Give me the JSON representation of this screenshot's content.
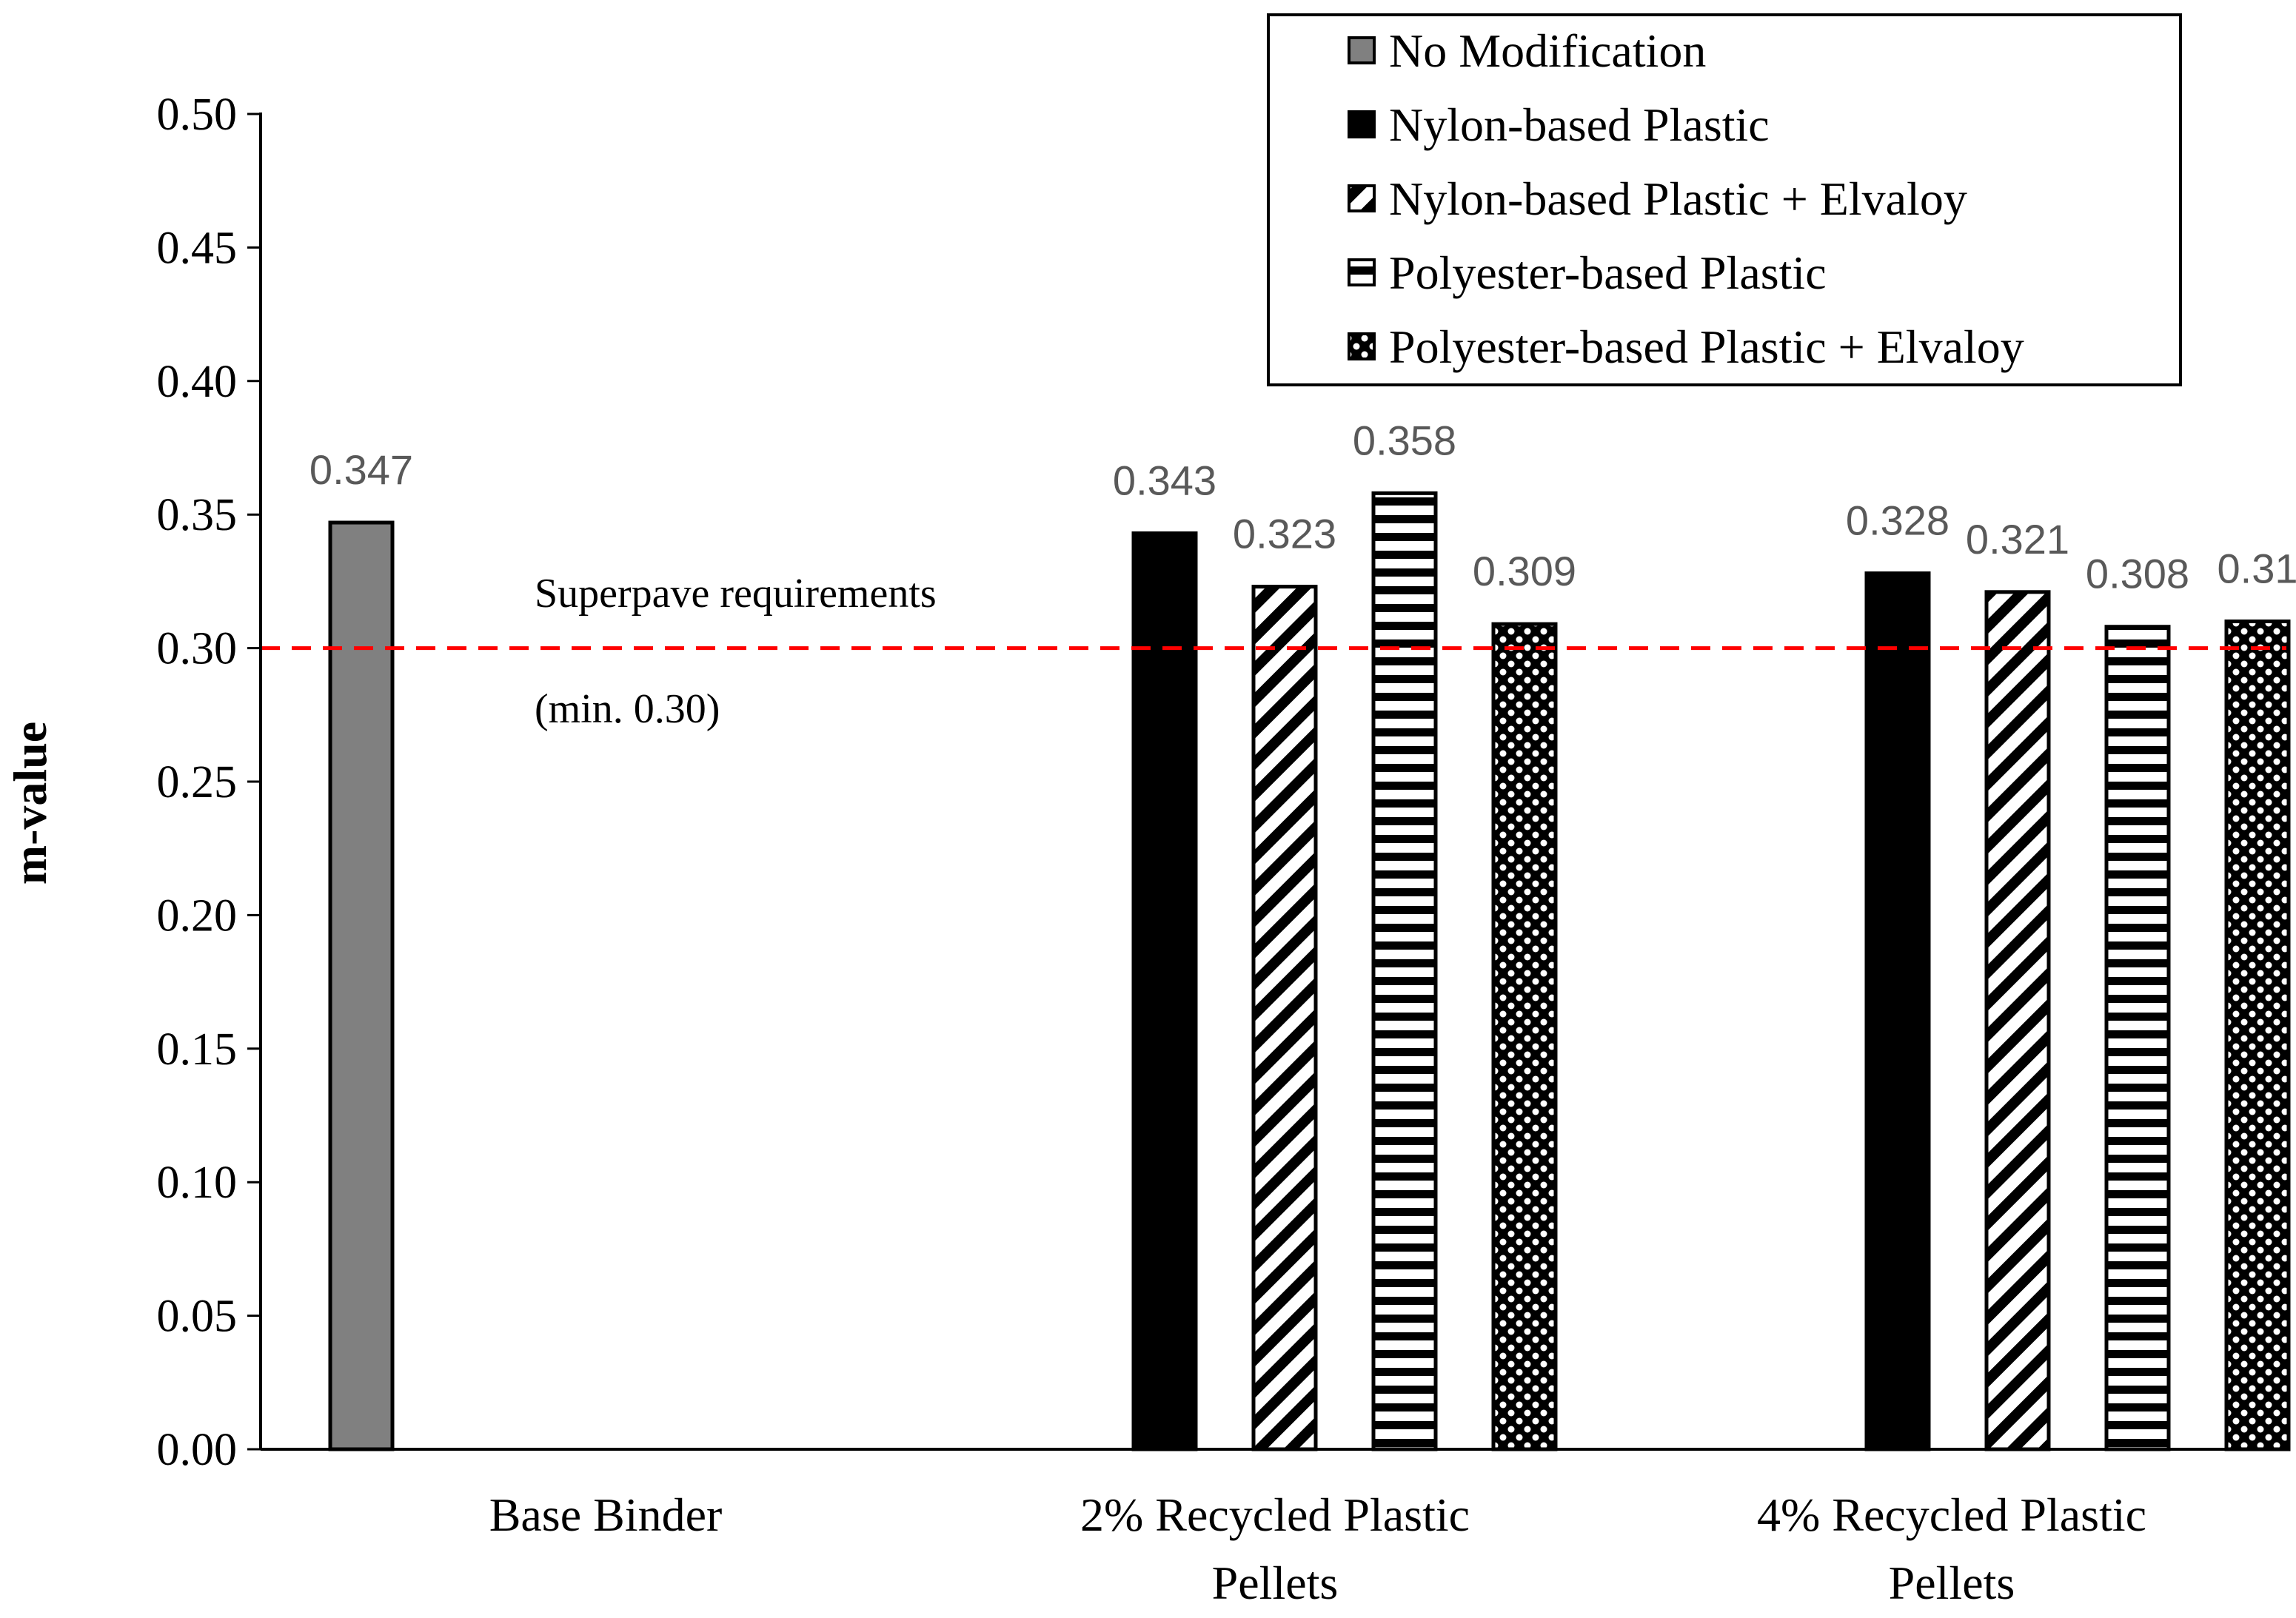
{
  "chart_data": {
    "type": "bar",
    "title": "",
    "xlabel": "",
    "ylabel": "m-value",
    "ylim": [
      0,
      0.5
    ],
    "yticks": [
      "0.00",
      "0.05",
      "0.10",
      "0.15",
      "0.20",
      "0.25",
      "0.30",
      "0.35",
      "0.40",
      "0.45",
      "0.50"
    ],
    "categories": [
      {
        "lines": [
          "Base Binder"
        ]
      },
      {
        "lines": [
          "2% Recycled Plastic",
          "Pellets"
        ]
      },
      {
        "lines": [
          "4% Recycled Plastic",
          "Pellets"
        ]
      }
    ],
    "series": [
      {
        "name": "No Modification",
        "pattern": "solid-gray",
        "color": "#808080",
        "values": [
          0.347,
          null,
          null
        ],
        "labels": [
          "0.347",
          "",
          ""
        ]
      },
      {
        "name": "Nylon-based Plastic",
        "pattern": "solid-black",
        "color": "#000000",
        "values": [
          null,
          0.343,
          0.328
        ],
        "labels": [
          "",
          "0.343",
          "0.328"
        ]
      },
      {
        "name": "Nylon-based Plastic + Elvaloy",
        "pattern": "diagonal-stripes",
        "color": "#000000",
        "values": [
          null,
          0.323,
          0.321
        ],
        "labels": [
          "",
          "0.323",
          "0.321"
        ]
      },
      {
        "name": "Polyester-based Plastic",
        "pattern": "horizontal-stripes",
        "color": "#000000",
        "values": [
          null,
          0.358,
          0.308
        ],
        "labels": [
          "",
          "0.358",
          "0.308"
        ]
      },
      {
        "name": "Polyester-based Plastic + Elvaloy",
        "pattern": "dots",
        "color": "#000000",
        "values": [
          null,
          0.309,
          0.31
        ],
        "labels": [
          "",
          "0.309",
          "0.31"
        ]
      }
    ],
    "reference_line": {
      "value": 0.3,
      "color": "#ff0000",
      "style": "dashed",
      "label_lines": [
        "Superpave requirements",
        "(min. 0.30)"
      ]
    },
    "legend_position": "top-right",
    "grid": false
  }
}
